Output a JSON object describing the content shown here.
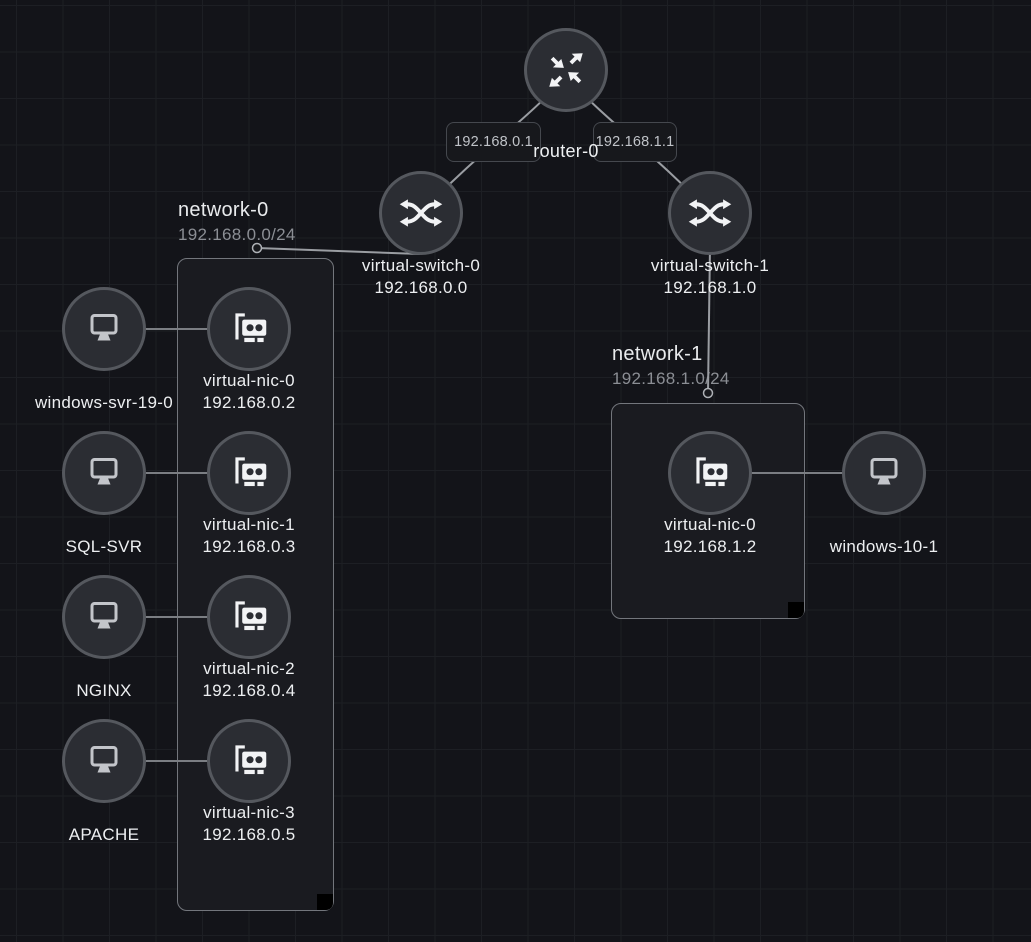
{
  "app": {
    "view": "network-topology-canvas"
  },
  "colors": {
    "background": "#131419",
    "grid_line": "#1d1f24",
    "node_fill": "#2b2d33",
    "node_border": "#55585e",
    "network_box_fill": "#1a1b20",
    "network_box_border": "#73767c",
    "resize_handle": "#000000",
    "edge": "#9a9da2",
    "machine_link": "#7b7e83",
    "icon_white": "#f2f3f5",
    "icon_gray": "#c3c5ca",
    "label_text": "#edeff1",
    "muted_text": "#8b8e94",
    "badge_text": "#c0c3c8"
  },
  "router": {
    "name": "router-0",
    "icon": "crossing-arrows",
    "interfaces": [
      "192.168.0.1",
      "192.168.1.1"
    ]
  },
  "switches": [
    {
      "name": "virtual-switch-0",
      "ip": "192.168.0.0",
      "icon": "switch-arrows"
    },
    {
      "name": "virtual-switch-1",
      "ip": "192.168.1.0",
      "icon": "switch-arrows"
    }
  ],
  "networks": [
    {
      "name": "network-0",
      "cidr": "192.168.0.0/24",
      "nics": [
        {
          "name": "virtual-nic-0",
          "ip": "192.168.0.2"
        },
        {
          "name": "virtual-nic-1",
          "ip": "192.168.0.3"
        },
        {
          "name": "virtual-nic-2",
          "ip": "192.168.0.4"
        },
        {
          "name": "virtual-nic-3",
          "ip": "192.168.0.5"
        }
      ]
    },
    {
      "name": "network-1",
      "cidr": "192.168.1.0/24",
      "nics": [
        {
          "name": "virtual-nic-0",
          "ip": "192.168.1.2"
        }
      ]
    }
  ],
  "machines": [
    {
      "name": "windows-svr-19-0",
      "icon": "monitor"
    },
    {
      "name": "SQL-SVR",
      "icon": "monitor"
    },
    {
      "name": "NGINX",
      "icon": "monitor"
    },
    {
      "name": "APACHE",
      "icon": "monitor"
    },
    {
      "name": "windows-10-1",
      "icon": "monitor"
    }
  ]
}
